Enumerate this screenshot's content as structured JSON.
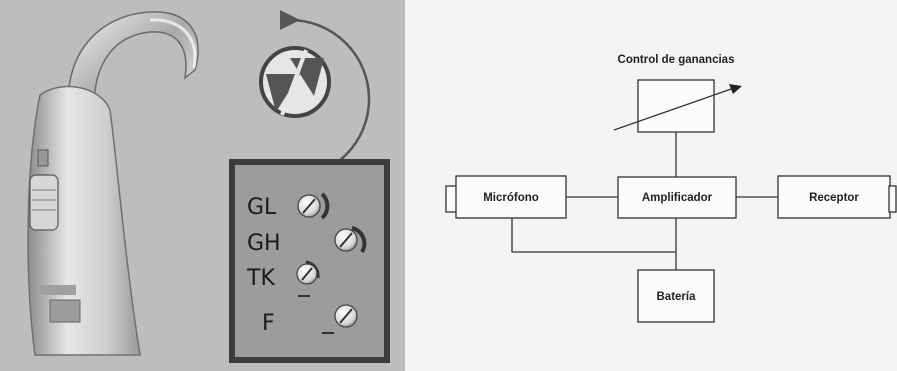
{
  "left_image": {
    "trimmer_labels": [
      "GL",
      "GH",
      "TK",
      "F"
    ]
  },
  "diagram": {
    "title": "Control de ganancias",
    "blocks": {
      "microfono": "Micrófono",
      "amplificador": "Amplificador",
      "receptor": "Receptor",
      "bateria": "Batería"
    }
  }
}
